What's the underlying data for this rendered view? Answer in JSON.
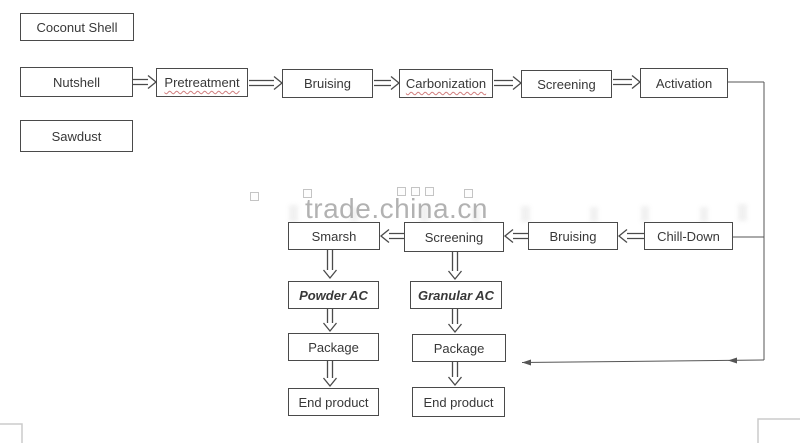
{
  "watermark": {
    "text": "trade.china.cn"
  },
  "nodes": {
    "coconut_shell": "Coconut Shell",
    "nutshell": "Nutshell",
    "sawdust": "Sawdust",
    "pretreatment": "Pretreatment",
    "bruising1": "Bruising",
    "carbonization": "Carbonization",
    "screening1": "Screening",
    "activation": "Activation",
    "smarsh": "Smarsh",
    "screening2": "Screening",
    "bruising2": "Bruising",
    "chill_down": "Chill-Down",
    "powder_ac": "Powder AC",
    "granular_ac": "Granular AC",
    "package_left": "Package",
    "package_right": "Package",
    "end_product_left": "End product",
    "end_product_right": "End product"
  },
  "colors": {
    "box_border": "#4a4a4a",
    "text": "#383838",
    "connector": "#555555",
    "watermark": "#aeaeae",
    "spellcheck_squiggle": "#d07d7d",
    "page_corner": "#cbcbcb"
  }
}
